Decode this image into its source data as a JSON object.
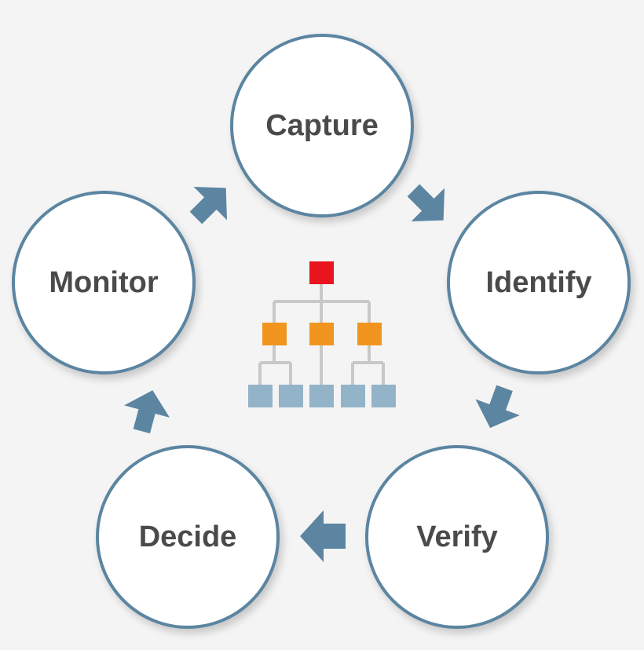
{
  "cycle": {
    "steps": [
      {
        "id": "capture",
        "label": "Capture"
      },
      {
        "id": "identify",
        "label": "Identify"
      },
      {
        "id": "verify",
        "label": "Verify"
      },
      {
        "id": "decide",
        "label": "Decide"
      },
      {
        "id": "monitor",
        "label": "Monitor"
      }
    ]
  },
  "colors": {
    "background": "#f4f4f4",
    "circle_border": "#5b85a1",
    "arrow": "#5b85a1",
    "label_text": "#4a4a4a",
    "hierarchy_root": "#e8141e",
    "hierarchy_mid": "#f2951e",
    "hierarchy_leaf": "#93b3c8",
    "hierarchy_line": "#c8c8c8"
  },
  "icons": {
    "center": "org-chart-hierarchy-icon",
    "arrows": "block-arrow-icon"
  }
}
